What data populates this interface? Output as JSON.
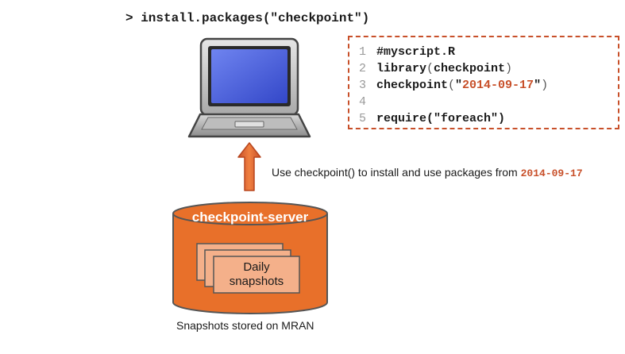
{
  "command": "> install.packages(\"checkpoint\")",
  "code": {
    "lines": [
      {
        "num": "1",
        "text": "#myscript.R"
      },
      {
        "num": "2",
        "fn": "library",
        "arg": "checkpoint"
      },
      {
        "num": "3",
        "fn": "checkpoint",
        "date": "2014-09-17"
      },
      {
        "num": "4"
      },
      {
        "num": "5",
        "text": "require(\"foreach\")"
      }
    ]
  },
  "arrow_note": {
    "text": "Use checkpoint() to install and use packages from ",
    "date": "2014-09-17"
  },
  "server": {
    "title": "checkpoint-server",
    "snapshot_label_line1": "Daily",
    "snapshot_label_line2": "snapshots"
  },
  "caption": "Snapshots stored on MRAN",
  "colors": {
    "accent": "#e8702a",
    "accent_dark": "#c8502a",
    "snapshot_fill": "#f4b08a",
    "screen": "#4a64e0"
  }
}
